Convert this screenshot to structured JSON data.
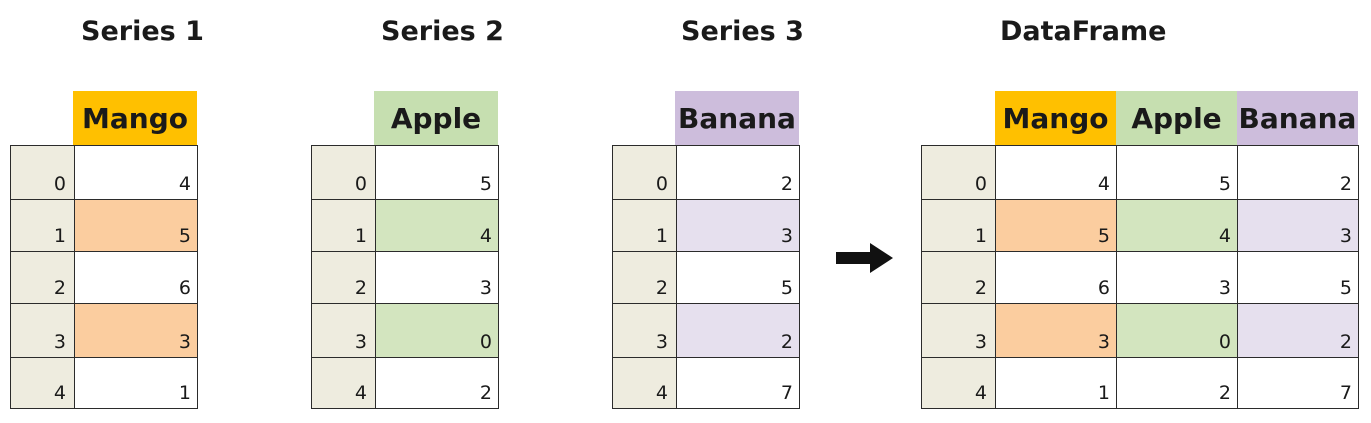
{
  "series1": {
    "title": "Series 1",
    "column": "Mango",
    "color": "#ffc000",
    "highlight_color": "#fbcd9f",
    "index": [
      "0",
      "1",
      "2",
      "3",
      "4"
    ],
    "values": [
      "4",
      "5",
      "6",
      "3",
      "1"
    ],
    "highlight_rows": [
      1,
      3
    ]
  },
  "series2": {
    "title": "Series 2",
    "column": "Apple",
    "color": "#c6dfb0",
    "highlight_color": "#d3e5bf",
    "index": [
      "0",
      "1",
      "2",
      "3",
      "4"
    ],
    "values": [
      "5",
      "4",
      "3",
      "0",
      "2"
    ],
    "highlight_rows": [
      1,
      3
    ]
  },
  "series3": {
    "title": "Series 3",
    "column": "Banana",
    "color": "#cdbddc",
    "highlight_color": "#e6e0ee",
    "index": [
      "0",
      "1",
      "2",
      "3",
      "4"
    ],
    "values": [
      "2",
      "3",
      "5",
      "2",
      "7"
    ],
    "highlight_rows": [
      1,
      3
    ]
  },
  "dataframe": {
    "title": "DataFrame",
    "columns": [
      "Mango",
      "Apple",
      "Banana"
    ],
    "index": [
      "0",
      "1",
      "2",
      "3",
      "4"
    ],
    "rows": [
      [
        "4",
        "5",
        "2"
      ],
      [
        "5",
        "4",
        "3"
      ],
      [
        "6",
        "3",
        "5"
      ],
      [
        "3",
        "0",
        "2"
      ],
      [
        "1",
        "2",
        "7"
      ]
    ],
    "highlight_rows": [
      1,
      3
    ]
  },
  "arrow_icon": "right-arrow-icon",
  "index_cell_color": "#eeecdf"
}
